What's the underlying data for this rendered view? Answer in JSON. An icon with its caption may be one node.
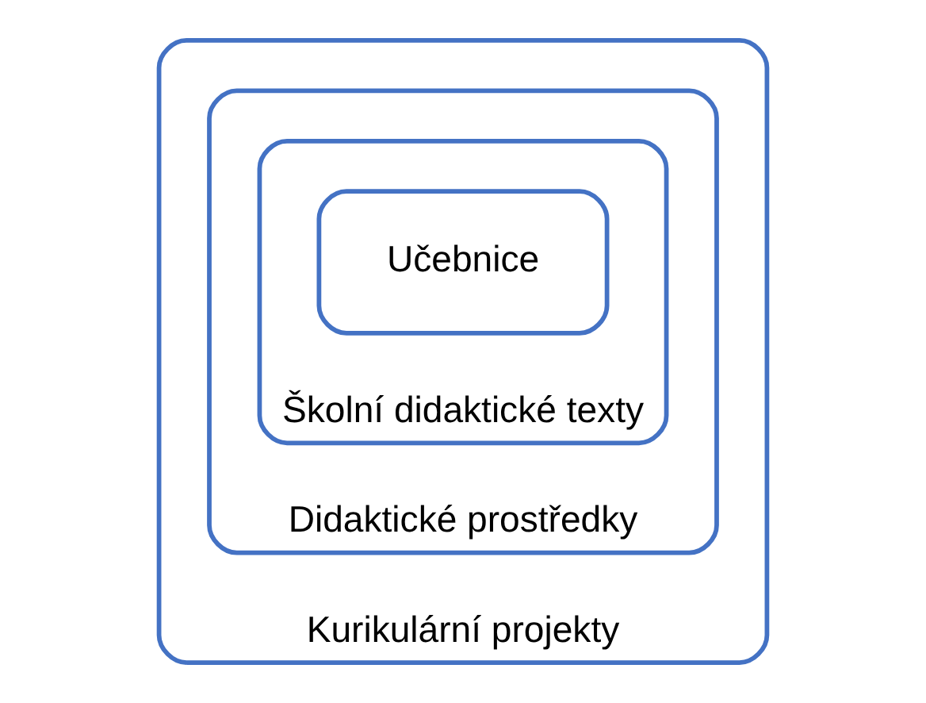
{
  "diagram": {
    "nodes": [
      {
        "text": [
          "Kurikulární projekty"
        ]
      },
      {
        "text": [
          "Didaktické prostředky"
        ],
        "in": 0
      },
      {
        "text": [
          "Školní didaktické texty"
        ],
        "in": 1
      },
      {
        "text": [
          "Učebnice"
        ],
        "in": 2
      }
    ],
    "edges": []
  }
}
